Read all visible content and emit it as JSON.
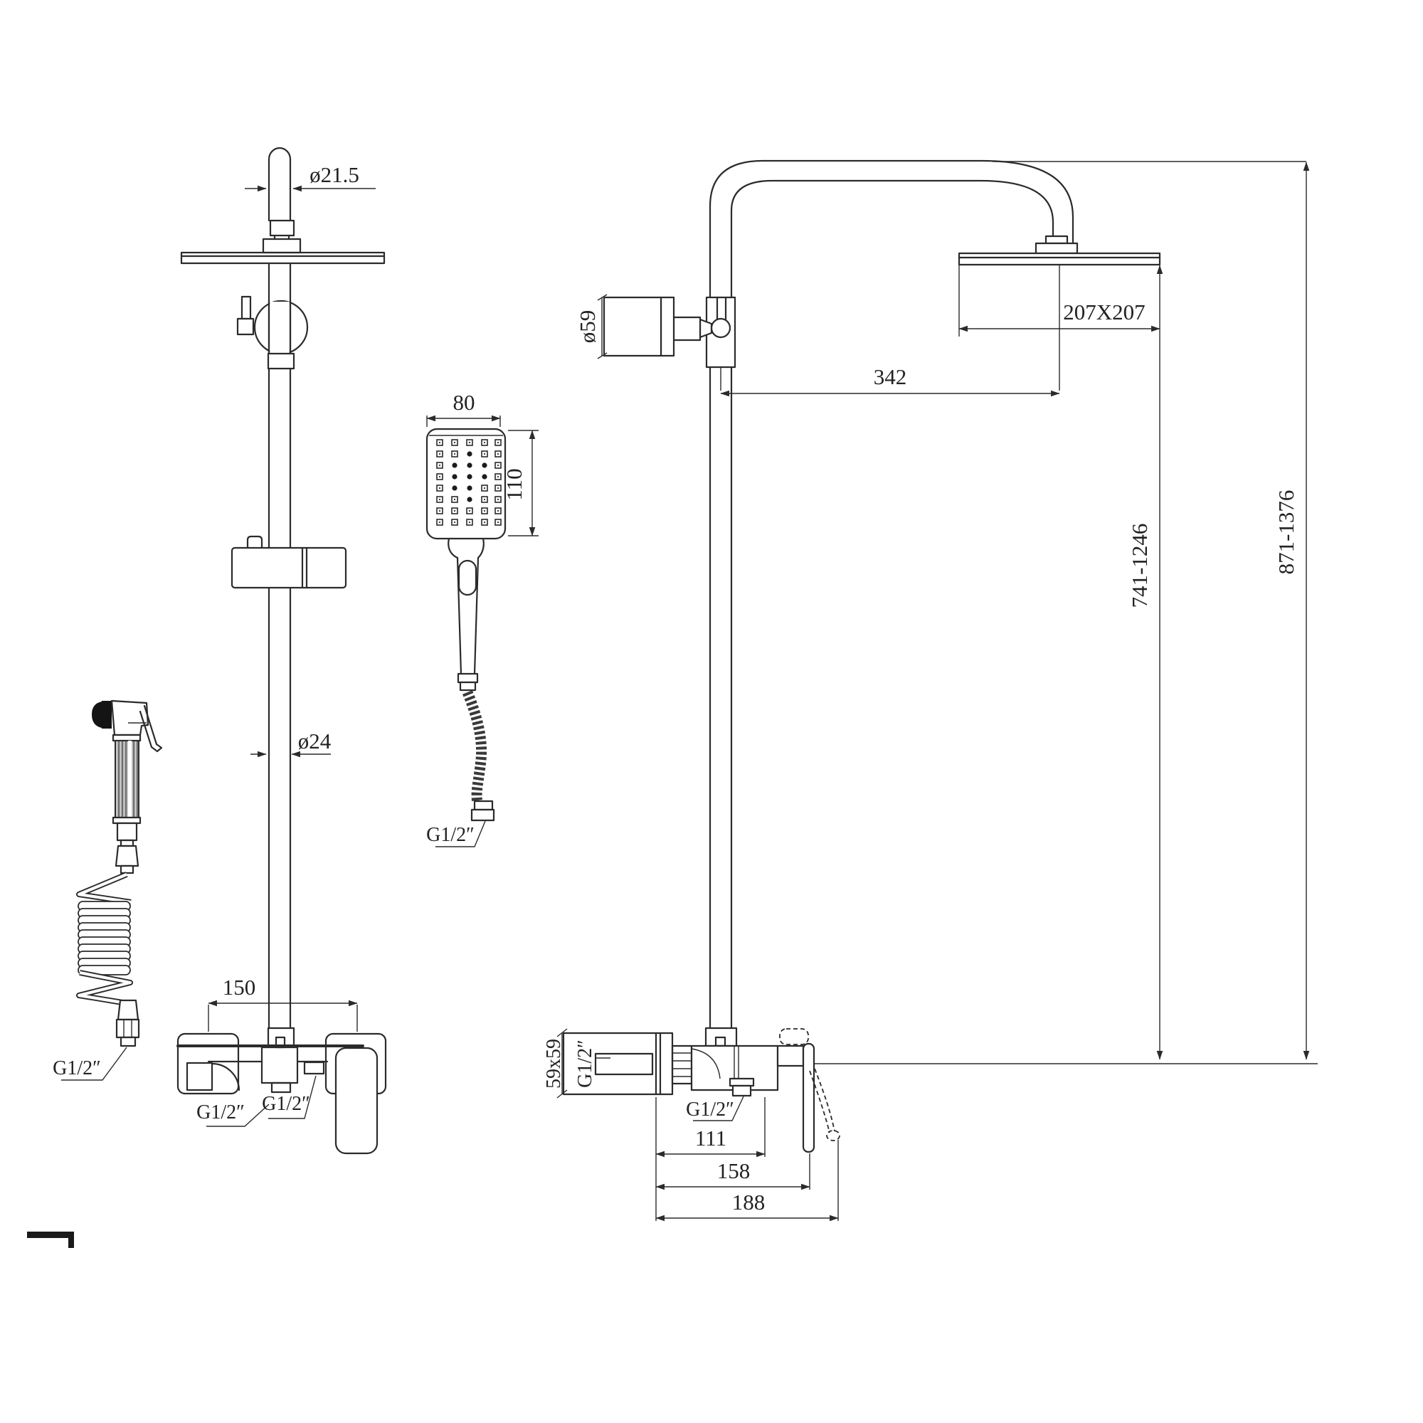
{
  "drawing": {
    "kind": "technical-drawing",
    "subject": "shower-system-with-mixer-hand-shower-and-bidet-sprayer",
    "background": "#ffffff",
    "line_color": "#2b2b2b",
    "views": {
      "front": {
        "labels": {
          "top_pipe_diameter": "ø21.5",
          "handshower_width": "80",
          "handshower_height": "110",
          "handshower_hose_thread": "G1/2″",
          "riser_diameter": "ø24",
          "sprayer_hose_thread": "G1/2″",
          "mixer_center_distance": "150",
          "mixer_left_thread": "G1/2″",
          "mixer_center_thread": "G1/2″"
        }
      },
      "side": {
        "labels": {
          "bodyspray_diameter": "ø59",
          "head_size": "207X207",
          "head_reach": "342",
          "riser_height_range": "741-1246",
          "overall_height_range": "871-1376",
          "escutcheon_size": "59x59",
          "escutcheon_thread": "G1/2″",
          "outlet_thread": "G1/2″",
          "dim_body": "111",
          "dim_handle": "158",
          "dim_handle_max": "188"
        }
      }
    }
  }
}
